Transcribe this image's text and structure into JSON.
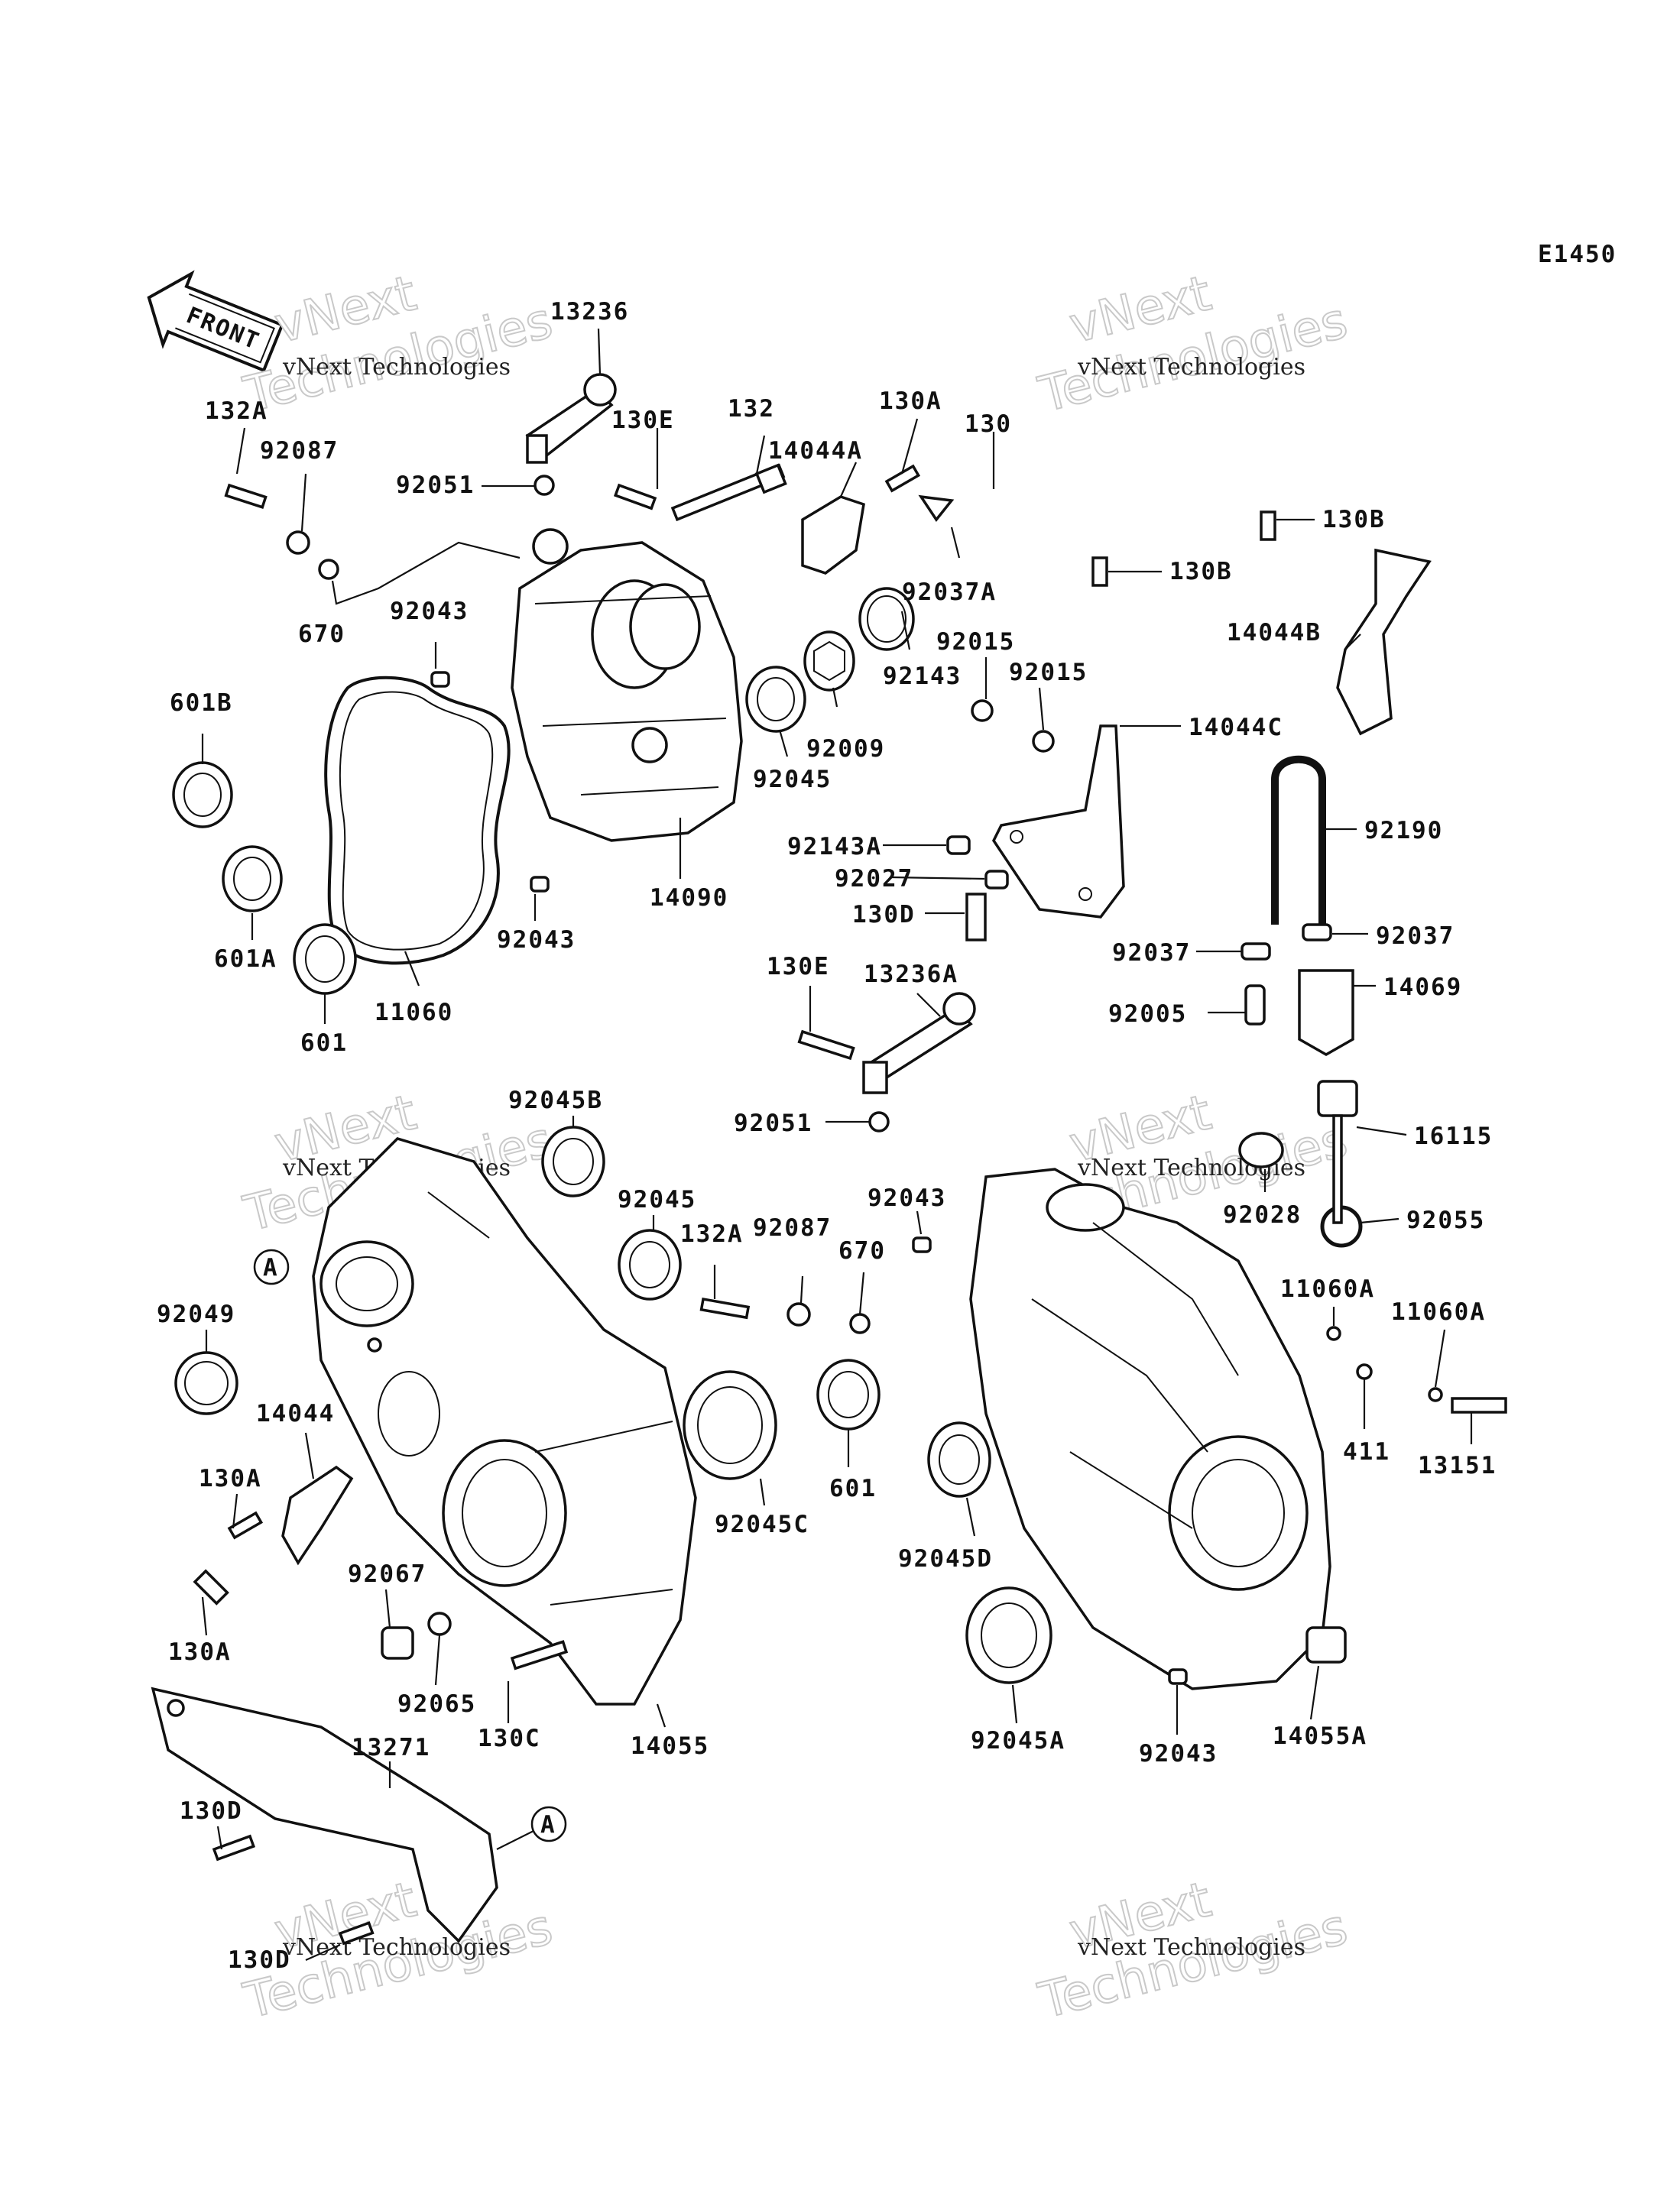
{
  "diagram": {
    "code": "E1450",
    "front_label": "FRONT",
    "ref_marker": "A",
    "watermark": {
      "line1": "vNext",
      "line2": "vNext Technologies",
      "line3": "Technologies"
    },
    "part_labels": [
      {
        "id": "13236",
        "text": "13236"
      },
      {
        "id": "132A",
        "text": "132A"
      },
      {
        "id": "92087-top",
        "text": "92087"
      },
      {
        "id": "92051-top",
        "text": "92051"
      },
      {
        "id": "130E-top",
        "text": "130E"
      },
      {
        "id": "132",
        "text": "132"
      },
      {
        "id": "14044A",
        "text": "14044A"
      },
      {
        "id": "130A-top",
        "text": "130A"
      },
      {
        "id": "130",
        "text": "130"
      },
      {
        "id": "130B-1",
        "text": "130B"
      },
      {
        "id": "130B-2",
        "text": "130B"
      },
      {
        "id": "670-top",
        "text": "670"
      },
      {
        "id": "92043-top",
        "text": "92043"
      },
      {
        "id": "92037A",
        "text": "92037A"
      },
      {
        "id": "14044B",
        "text": "14044B"
      },
      {
        "id": "92015-1",
        "text": "92015"
      },
      {
        "id": "92015-2",
        "text": "92015"
      },
      {
        "id": "92143",
        "text": "92143"
      },
      {
        "id": "601B",
        "text": "601B"
      },
      {
        "id": "92009",
        "text": "92009"
      },
      {
        "id": "14044C",
        "text": "14044C"
      },
      {
        "id": "92045-top",
        "text": "92045"
      },
      {
        "id": "92190",
        "text": "92190"
      },
      {
        "id": "92143A",
        "text": "92143A"
      },
      {
        "id": "92027",
        "text": "92027"
      },
      {
        "id": "130D-mid",
        "text": "130D"
      },
      {
        "id": "14090",
        "text": "14090"
      },
      {
        "id": "601A",
        "text": "601A"
      },
      {
        "id": "92043-mid",
        "text": "92043"
      },
      {
        "id": "92037-1",
        "text": "92037"
      },
      {
        "id": "92037-2",
        "text": "92037"
      },
      {
        "id": "14069",
        "text": "14069"
      },
      {
        "id": "130E-mid",
        "text": "130E"
      },
      {
        "id": "13236A",
        "text": "13236A"
      },
      {
        "id": "11060",
        "text": "11060"
      },
      {
        "id": "92005",
        "text": "92005"
      },
      {
        "id": "601-top",
        "text": "601"
      },
      {
        "id": "92045B",
        "text": "92045B"
      },
      {
        "id": "92051-mid",
        "text": "92051"
      },
      {
        "id": "16115",
        "text": "16115"
      },
      {
        "id": "92045-mid",
        "text": "92045"
      },
      {
        "id": "92043-c",
        "text": "92043"
      },
      {
        "id": "92055",
        "text": "92055"
      },
      {
        "id": "92028",
        "text": "92028"
      },
      {
        "id": "132A-mid",
        "text": "132A"
      },
      {
        "id": "92087-mid",
        "text": "92087"
      },
      {
        "id": "670-mid",
        "text": "670"
      },
      {
        "id": "11060A-1",
        "text": "11060A"
      },
      {
        "id": "92049",
        "text": "92049"
      },
      {
        "id": "11060A-2",
        "text": "11060A"
      },
      {
        "id": "14044",
        "text": "14044"
      },
      {
        "id": "411",
        "text": "411"
      },
      {
        "id": "13151",
        "text": "13151"
      },
      {
        "id": "601-mid",
        "text": "601"
      },
      {
        "id": "130A-left",
        "text": "130A"
      },
      {
        "id": "92045C",
        "text": "92045C"
      },
      {
        "id": "92045D",
        "text": "92045D"
      },
      {
        "id": "92067",
        "text": "92067"
      },
      {
        "id": "130A-low",
        "text": "130A"
      },
      {
        "id": "92065",
        "text": "92065"
      },
      {
        "id": "130C",
        "text": "130C"
      },
      {
        "id": "14055",
        "text": "14055"
      },
      {
        "id": "92045A",
        "text": "92045A"
      },
      {
        "id": "92043-low",
        "text": "92043"
      },
      {
        "id": "14055A",
        "text": "14055A"
      },
      {
        "id": "13271",
        "text": "13271"
      },
      {
        "id": "130D-low",
        "text": "130D"
      },
      {
        "id": "130D-bot",
        "text": "130D"
      }
    ]
  }
}
